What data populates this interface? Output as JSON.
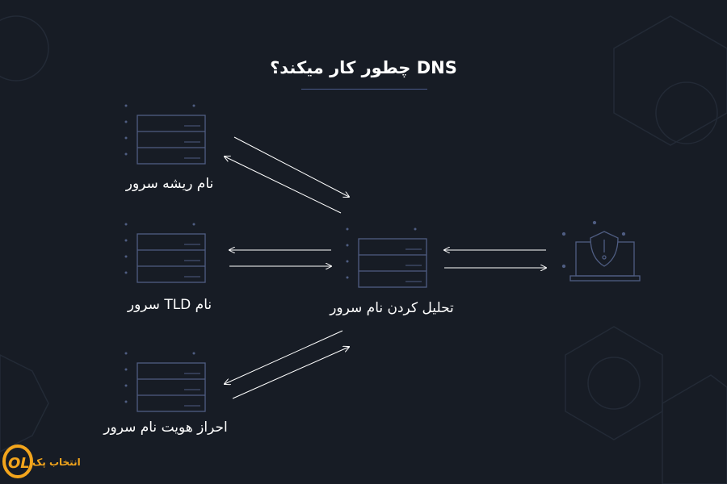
{
  "title": "DNS چطور کار میکند؟",
  "nodes": {
    "root": "نام ریشه سرور",
    "tld": "نام TLD سرور",
    "auth": "احراز هویت نام سرور",
    "resolver": "تحلیل کردن نام سرور"
  },
  "logo": {
    "text": "انتخاب پک"
  },
  "colors": {
    "bg": "#171c25",
    "line": "#5a6a92",
    "logo": "#f3a51c"
  }
}
